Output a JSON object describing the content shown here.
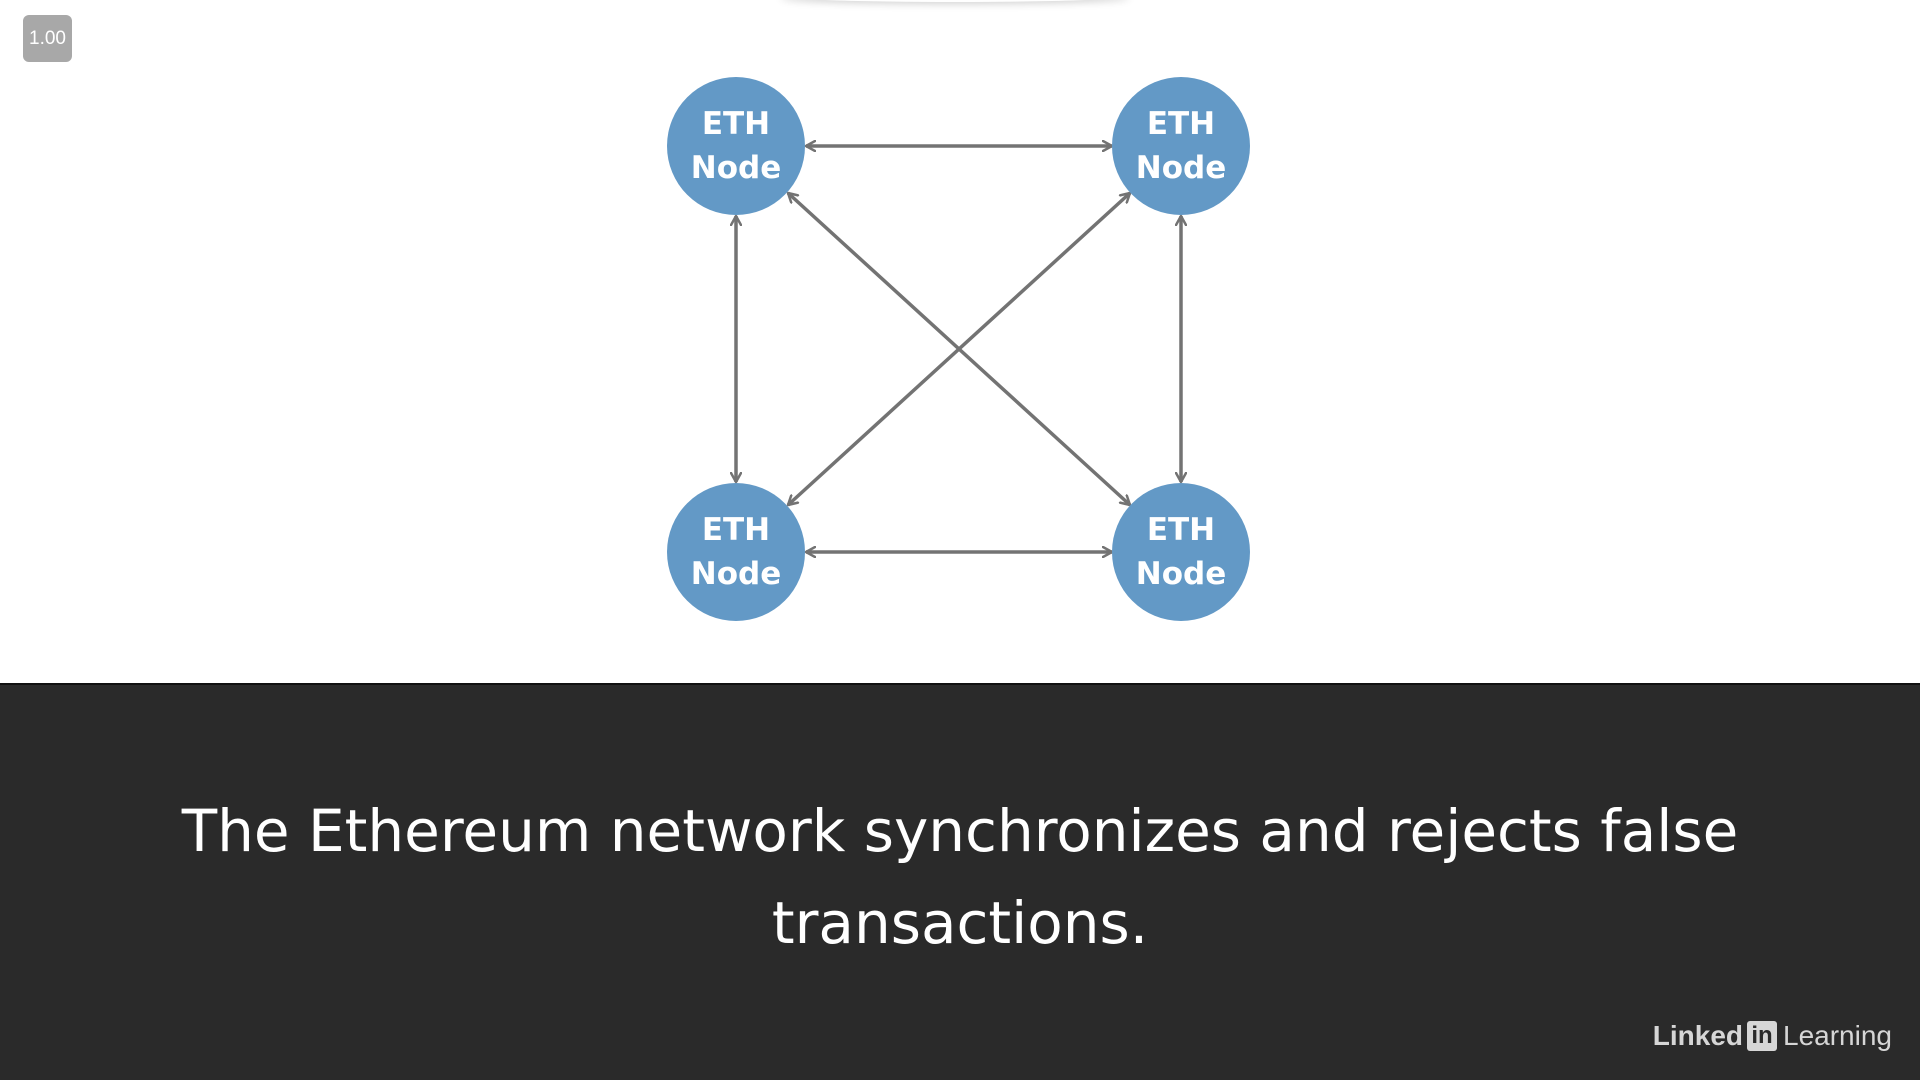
{
  "player": {
    "speed_label": "1.00"
  },
  "diagram": {
    "nodes": [
      {
        "line1": "ETH",
        "line2": "Node"
      },
      {
        "line1": "ETH",
        "line2": "Node"
      },
      {
        "line1": "ETH",
        "line2": "Node"
      },
      {
        "line1": "ETH",
        "line2": "Node"
      }
    ],
    "node_color": "#6399c6",
    "arrow_color": "#737373"
  },
  "caption": {
    "text": "The Ethereum network synchronizes and rejects false transactions."
  },
  "brand": {
    "linked": "Linked",
    "in": "in",
    "learning": "Learning"
  }
}
